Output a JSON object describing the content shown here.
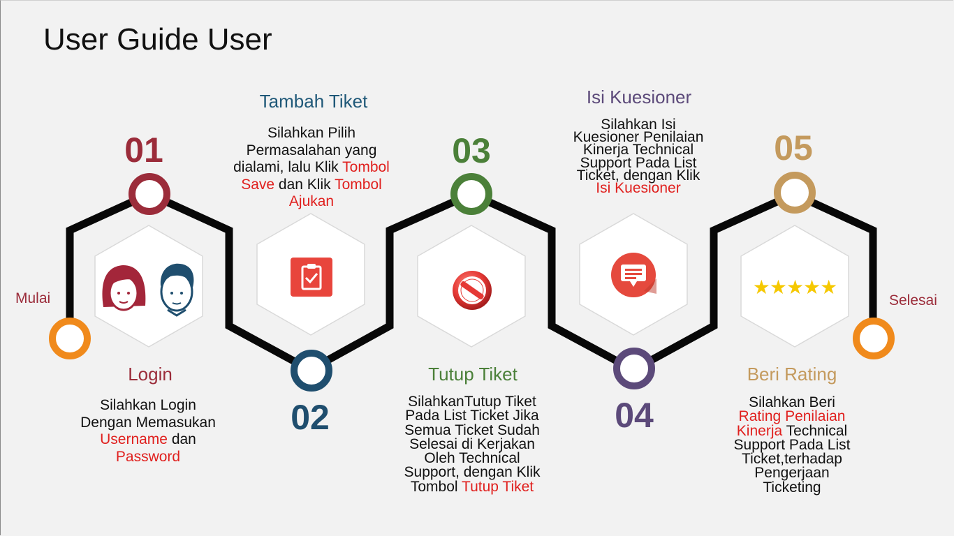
{
  "title": "User Guide User",
  "start_label": "Mulai",
  "end_label": "Selesai",
  "colors": {
    "step1": "#9b2c3a",
    "step2": "#1f4e6e",
    "step3": "#4b8039",
    "step4": "#5c4a7a",
    "step5": "#c49a5d",
    "endpoints": "#f08a1c",
    "highlight": "#e0201e"
  },
  "steps": [
    {
      "number": "01",
      "title": "Login",
      "desc": [
        "Silahkan Login",
        "Dengan Memasukan",
        "Username",
        "dan",
        "Password"
      ],
      "icon": "users-icon"
    },
    {
      "number": "02",
      "title": "Tambah Tiket",
      "desc": [
        "Silahkan Pilih",
        "Permasalahan yang",
        "dialami, lalu Klik",
        "Tombol",
        "Save",
        "dan Klik",
        "Tombol",
        "Ajukan"
      ],
      "icon": "clipboard-check-icon"
    },
    {
      "number": "03",
      "title": "Tutup Tiket",
      "desc": [
        "SilahkanTutup Tiket",
        "Pada List Ticket Jika",
        "Semua Ticket Sudah",
        "Selesai di Kerjakan",
        "Oleh Technical",
        "Support, dengan Klik",
        "Tombol",
        "Tutup Tiket"
      ],
      "icon": "no-entry-icon"
    },
    {
      "number": "04",
      "title": "Isi Kuesioner",
      "desc": [
        "Silahkan Isi",
        "Kuesioner Penilaian",
        "Kinerja Technical",
        "Support Pada List",
        "Ticket, dengan Klik",
        "Isi Kuesioner"
      ],
      "icon": "chat-icon"
    },
    {
      "number": "05",
      "title": "Beri Rating",
      "desc": [
        "Silahkan Beri",
        "Rating Penilaian",
        "Kinerja",
        "Technical",
        "Support Pada List",
        "Ticket,terhadap",
        "Pengerjaan",
        "Ticketing"
      ],
      "icon": "star-rating-icon",
      "stars": "★★★★★"
    }
  ]
}
